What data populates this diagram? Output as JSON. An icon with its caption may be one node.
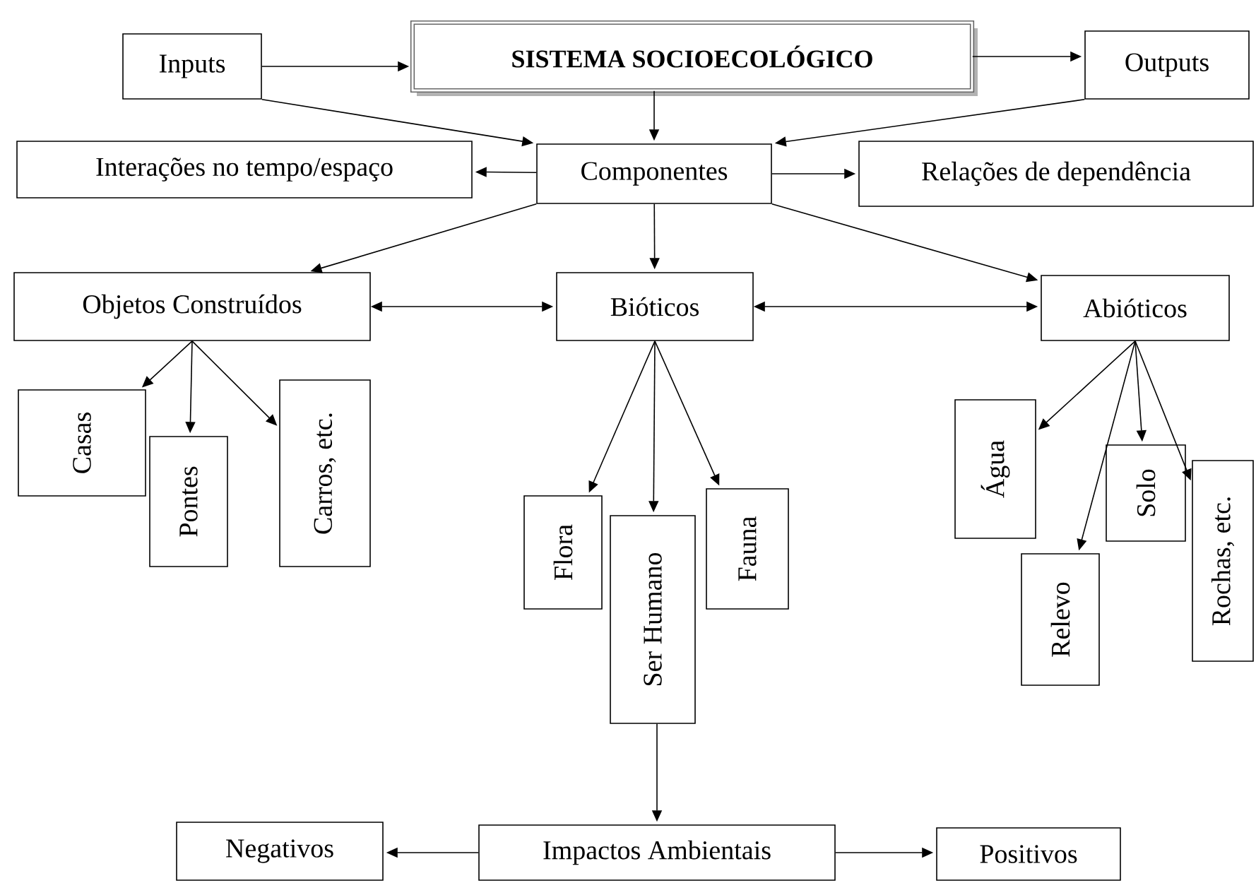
{
  "diagram": {
    "nodes": [
      {
        "text": [
          "Inputs"
        ]
      },
      {
        "text": [
          "SISTEMA SOCIOECOLÓGICO"
        ]
      },
      {
        "text": [
          "Outputs"
        ]
      },
      {
        "text": [
          "Interações no tempo/espaço"
        ]
      },
      {
        "text": [
          "Componentes"
        ]
      },
      {
        "text": [
          "Relações de dependência"
        ]
      },
      {
        "text": [
          "Objetos Construídos"
        ]
      },
      {
        "text": [
          "Bióticos"
        ]
      },
      {
        "text": [
          "Abióticos"
        ]
      },
      {
        "text": [
          "Casas"
        ]
      },
      {
        "text": [
          "Pontes"
        ]
      },
      {
        "text": [
          "Carros, etc."
        ]
      },
      {
        "text": [
          "Flora"
        ]
      },
      {
        "text": [
          "Ser Humano"
        ]
      },
      {
        "text": [
          "Fauna"
        ]
      },
      {
        "text": [
          "Água"
        ]
      },
      {
        "text": [
          "Relevo"
        ]
      },
      {
        "text": [
          "Solo"
        ]
      },
      {
        "text": [
          "Rochas, etc."
        ]
      },
      {
        "text": [
          "Negativos"
        ]
      },
      {
        "text": [
          "Impactos Ambientais"
        ]
      },
      {
        "text": [
          "Positivos"
        ]
      }
    ],
    "edges": [
      {
        "from": 0,
        "to": 1,
        "arrow": "to"
      },
      {
        "from": 1,
        "to": 2,
        "arrow": "to"
      },
      {
        "from": 0,
        "to": 4,
        "arrow": "to"
      },
      {
        "from": 1,
        "to": 4,
        "arrow": "to"
      },
      {
        "from": 2,
        "to": 4,
        "arrow": "to"
      },
      {
        "from": 4,
        "to": 3,
        "arrow": "to"
      },
      {
        "from": 4,
        "to": 5,
        "arrow": "to"
      },
      {
        "from": 4,
        "to": 6,
        "arrow": "to"
      },
      {
        "from": 4,
        "to": 7,
        "arrow": "to"
      },
      {
        "from": 4,
        "to": 8,
        "arrow": "to"
      },
      {
        "from": 6,
        "to": 7,
        "arrow": "both"
      },
      {
        "from": 7,
        "to": 8,
        "arrow": "both"
      },
      {
        "from": 6,
        "to": 9,
        "arrow": "to"
      },
      {
        "from": 6,
        "to": 10,
        "arrow": "to"
      },
      {
        "from": 6,
        "to": 11,
        "arrow": "to"
      },
      {
        "from": 7,
        "to": 12,
        "arrow": "to"
      },
      {
        "from": 7,
        "to": 13,
        "arrow": "to"
      },
      {
        "from": 7,
        "to": 14,
        "arrow": "to"
      },
      {
        "from": 8,
        "to": 15,
        "arrow": "to"
      },
      {
        "from": 8,
        "to": 16,
        "arrow": "to"
      },
      {
        "from": 8,
        "to": 17,
        "arrow": "to"
      },
      {
        "from": 8,
        "to": 18,
        "arrow": "to"
      },
      {
        "from": 13,
        "to": 20,
        "arrow": "to"
      },
      {
        "from": 20,
        "to": 19,
        "arrow": "to"
      },
      {
        "from": 20,
        "to": 21,
        "arrow": "to"
      }
    ]
  }
}
